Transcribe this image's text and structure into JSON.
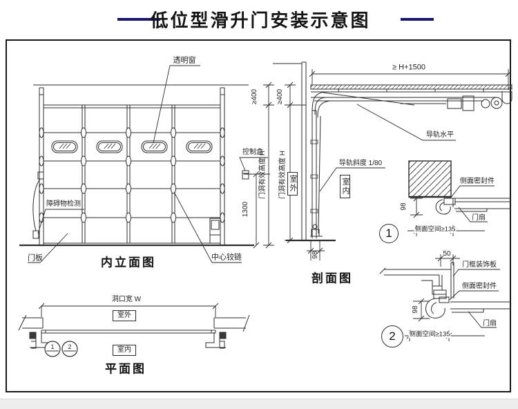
{
  "title": "低位型滑升门安装示意图",
  "colors": {
    "line": "#2b2b2b",
    "title_accent": "#17176b"
  },
  "elevation": {
    "caption": "内立面图",
    "label_window": "透明窗",
    "label_control_box": "控制盒",
    "label_obstacle": "障碍物检测",
    "label_panel": "门板",
    "label_hinge": "中心铰链",
    "dim_1300": "1300",
    "dim_min400": "≥400",
    "dim_height": "门洞有效高度 H"
  },
  "section": {
    "caption": "剖面图",
    "dim_top": "≥ H+1500",
    "dim_min400": "≥400",
    "dim_height": "门洞有效高度 H",
    "dim_98": "98",
    "label_track_level": "导轨水平",
    "label_track_slope": "导轨斜度 1/80",
    "label_outdoor": "室外",
    "label_indoor": "室内"
  },
  "detail1": {
    "ref": "1",
    "label_seal": "侧面密封件",
    "label_leaf": "门扇",
    "dim_98": "98",
    "dim_space": "侧面空间≥135"
  },
  "detail2": {
    "ref": "2",
    "dim_50": "50",
    "label_trim": "门框装饰板",
    "label_seal": "侧面密封件",
    "label_leaf": "门扇",
    "dim_98": "98",
    "dim_space": "侧面空间≥135"
  },
  "plan": {
    "caption": "平面图",
    "dim_width": "洞口宽 W",
    "label_outdoor": "室外",
    "label_indoor": "室内",
    "ref1": "1",
    "ref2": "2"
  }
}
